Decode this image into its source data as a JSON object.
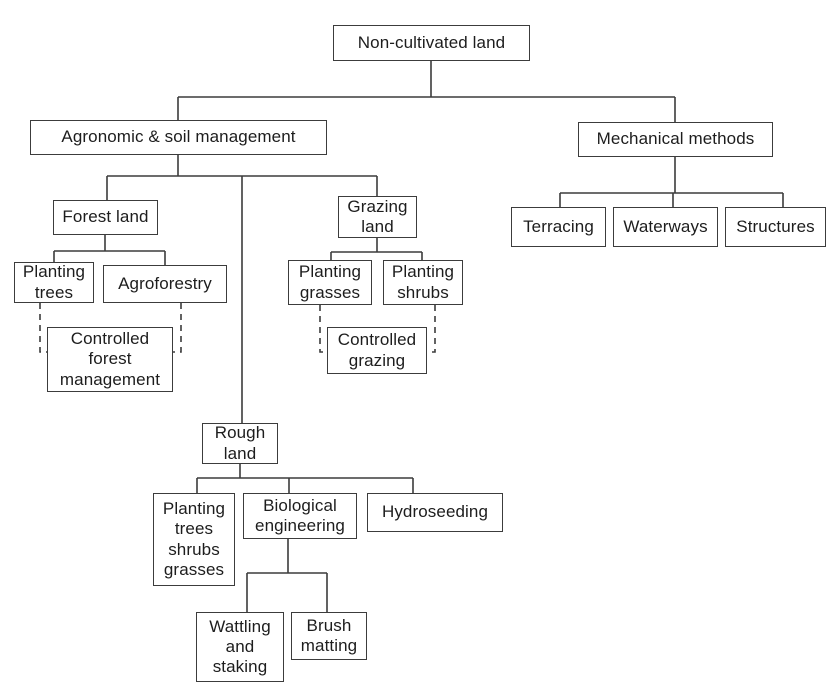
{
  "diagram": {
    "type": "tree-flowchart",
    "root": "Non-cultivated land"
  },
  "colors": {
    "background": "#ffffff",
    "box_border": "#3c3c3c",
    "line": "#3c3c3c",
    "text": "#1d1d1d"
  },
  "nodes": {
    "non_cultivated_land": {
      "label": "Non-cultivated land"
    },
    "agronomic": {
      "label": "Agronomic & soil management"
    },
    "mechanical": {
      "label": "Mechanical methods"
    },
    "forest_land": {
      "label": "Forest land"
    },
    "planting_trees": {
      "label": "Planting trees"
    },
    "agroforestry": {
      "label": "Agroforestry"
    },
    "controlled_forest_management": {
      "label": "Controlled forest management"
    },
    "grazing_land": {
      "label": "Grazing land"
    },
    "planting_grasses": {
      "label": "Planting grasses"
    },
    "planting_shrubs": {
      "label": "Planting shrubs"
    },
    "controlled_grazing": {
      "label": "Controlled grazing"
    },
    "rough_land": {
      "label": "Rough land"
    },
    "planting_trees_shrubs_grasses": {
      "label": "Planting trees shrubs grasses"
    },
    "biological_engineering": {
      "label": "Biological engineering"
    },
    "hydroseeding": {
      "label": "Hydroseeding"
    },
    "wattling_and_staking": {
      "label": "Wattling and staking"
    },
    "brush_matting": {
      "label": "Brush matting"
    },
    "terracing": {
      "label": "Terracing"
    },
    "waterways": {
      "label": "Waterways"
    },
    "structures": {
      "label": "Structures"
    }
  },
  "edges": [
    {
      "from": "Non-cultivated land",
      "to": "Agronomic & soil management",
      "style": "solid"
    },
    {
      "from": "Non-cultivated land",
      "to": "Mechanical methods",
      "style": "solid"
    },
    {
      "from": "Agronomic & soil management",
      "to": "Forest land",
      "style": "solid"
    },
    {
      "from": "Agronomic & soil management",
      "to": "Grazing land",
      "style": "solid"
    },
    {
      "from": "Agronomic & soil management",
      "to": "Rough land",
      "style": "solid"
    },
    {
      "from": "Forest land",
      "to": "Planting trees",
      "style": "solid"
    },
    {
      "from": "Forest land",
      "to": "Agroforestry",
      "style": "solid"
    },
    {
      "from": "Planting trees",
      "to": "Controlled forest management",
      "style": "dashed"
    },
    {
      "from": "Agroforestry",
      "to": "Controlled forest management",
      "style": "dashed"
    },
    {
      "from": "Grazing land",
      "to": "Planting grasses",
      "style": "solid"
    },
    {
      "from": "Grazing land",
      "to": "Planting shrubs",
      "style": "solid"
    },
    {
      "from": "Planting grasses",
      "to": "Controlled grazing",
      "style": "dashed"
    },
    {
      "from": "Planting shrubs",
      "to": "Controlled grazing",
      "style": "dashed"
    },
    {
      "from": "Rough land",
      "to": "Planting trees shrubs grasses",
      "style": "solid"
    },
    {
      "from": "Rough land",
      "to": "Biological engineering",
      "style": "solid"
    },
    {
      "from": "Rough land",
      "to": "Hydroseeding",
      "style": "solid"
    },
    {
      "from": "Biological engineering",
      "to": "Wattling and staking",
      "style": "solid"
    },
    {
      "from": "Biological engineering",
      "to": "Brush matting",
      "style": "solid"
    },
    {
      "from": "Mechanical methods",
      "to": "Terracing",
      "style": "solid"
    },
    {
      "from": "Mechanical methods",
      "to": "Waterways",
      "style": "solid"
    },
    {
      "from": "Mechanical methods",
      "to": "Structures",
      "style": "solid"
    }
  ]
}
